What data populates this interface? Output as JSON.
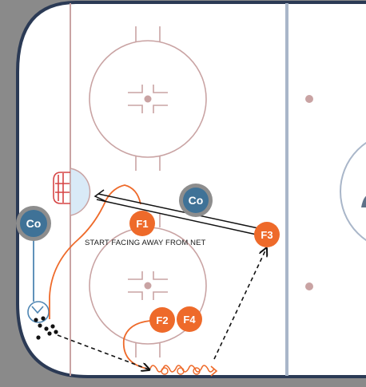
{
  "note": "START FACING AWAY FROM NET",
  "players": {
    "f1": "F1",
    "f2": "F2",
    "f3": "F3",
    "f4": "F4",
    "coach_left": "Co",
    "coach_mid": "Co"
  },
  "colors": {
    "surround": "#8a8a8a",
    "ice": "#ffffff",
    "boards": "#2b3a55",
    "red_line": "#c9a3a3",
    "blue_line": "#a9b6c9",
    "crease_fill": "#d9eaf7",
    "net_red": "#d64545",
    "forward": "#ee6a2a",
    "coach_fill": "#3f7297",
    "coach_ring": "#8d8d8d",
    "skate_orange": "#ee6a2a",
    "skate_blue": "#4f86b3",
    "pass": "#111111",
    "puck": "#111111"
  }
}
